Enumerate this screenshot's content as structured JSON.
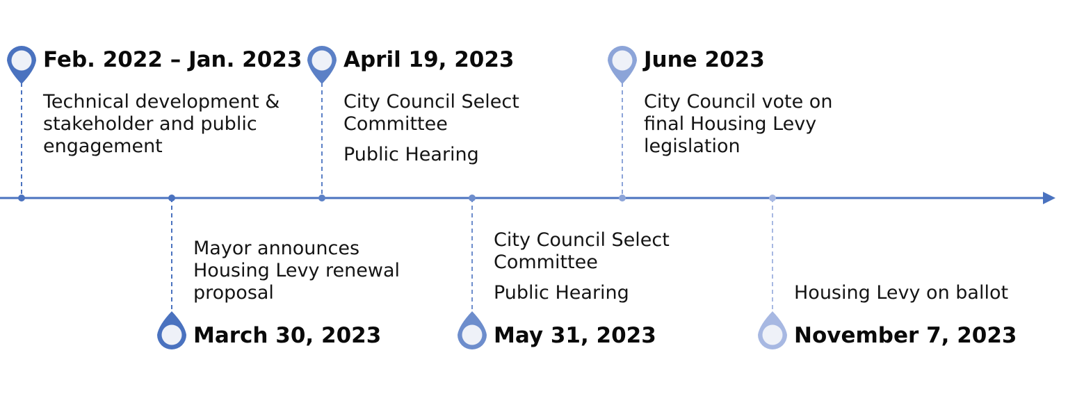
{
  "colors": {
    "axis": "#4a72bf",
    "marker_shades": [
      "#4a72bf",
      "#4a72bf",
      "#5b80c6",
      "#6d8dcc",
      "#8ca4d8",
      "#a7b8e2"
    ],
    "marker_fill": "#eef1f8"
  },
  "events": [
    {
      "date": "Feb. 2022 – Jan. 2023",
      "lines": [
        "Technical development & stakeholder and public engagement"
      ]
    },
    {
      "date": "March 30, 2023",
      "lines": [
        "Mayor announces Housing Levy renewal proposal"
      ]
    },
    {
      "date": "April 19, 2023",
      "lines": [
        "City Council Select Committee",
        "Public Hearing"
      ]
    },
    {
      "date": "May 31, 2023",
      "lines": [
        "City Council Select Committee",
        "Public Hearing"
      ]
    },
    {
      "date": "June 2023",
      "lines": [
        "City Council vote on final Housing Levy legislation"
      ]
    },
    {
      "date": "November 7, 2023",
      "lines": [
        "Housing Levy on ballot"
      ]
    }
  ]
}
